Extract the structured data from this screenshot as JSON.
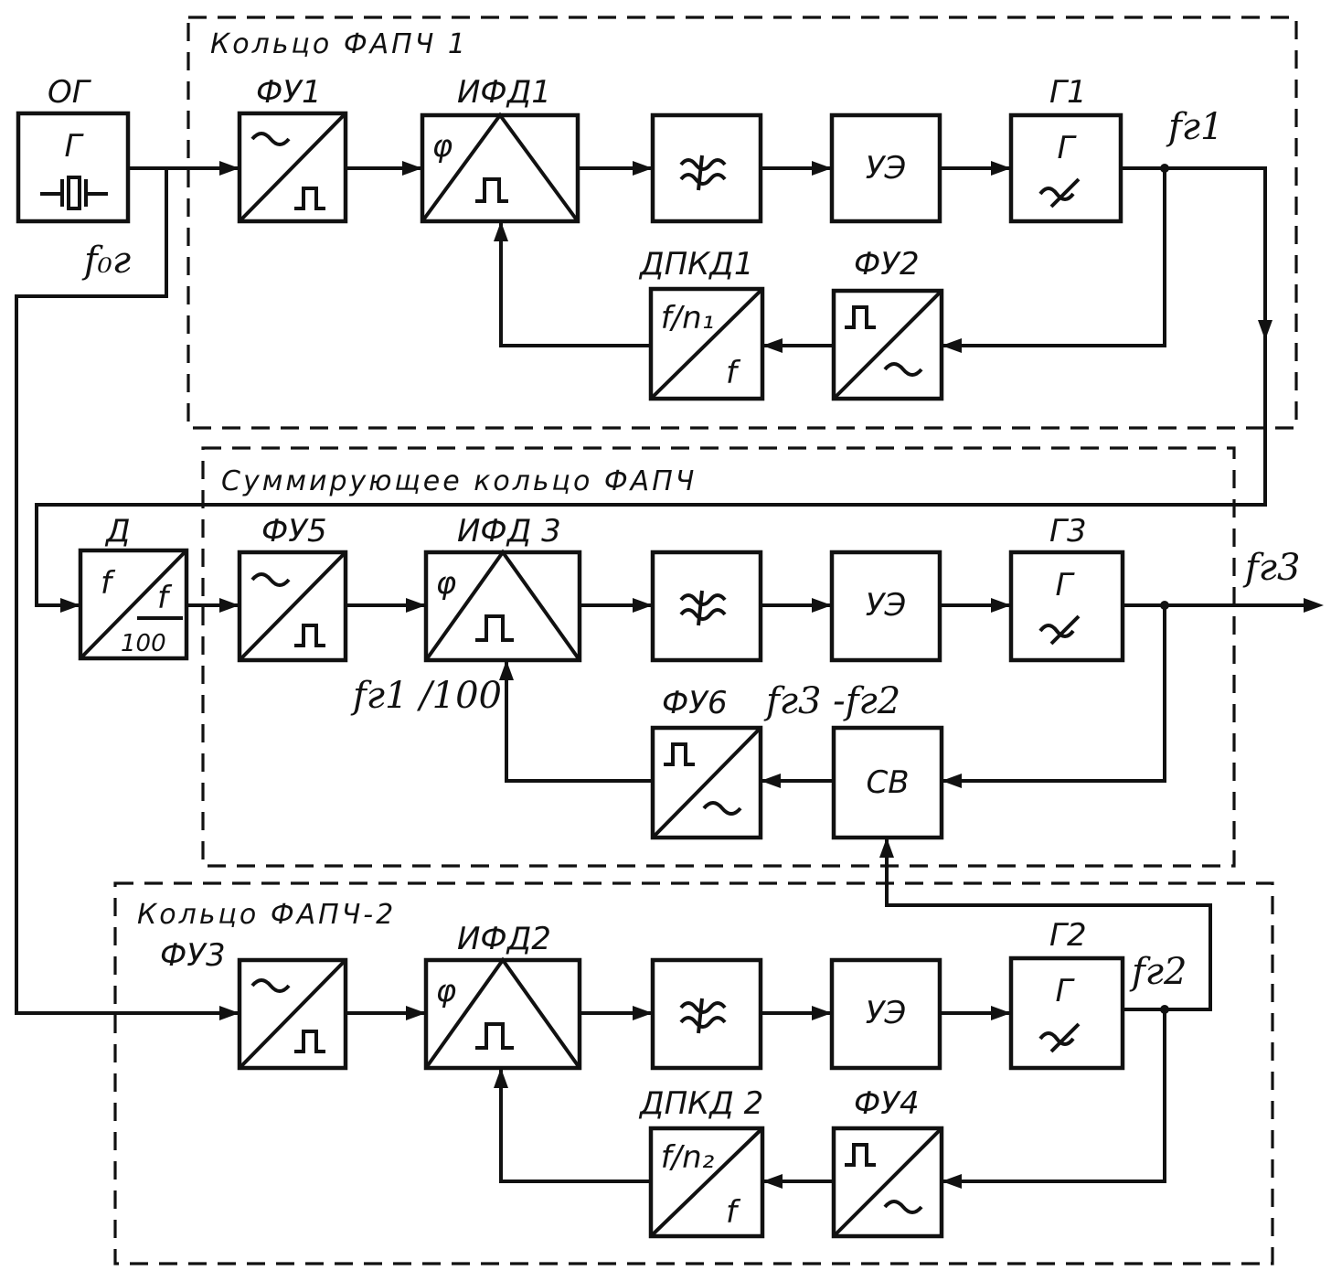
{
  "frames": {
    "ring1_title": "Кольцо  ФАПЧ 1",
    "sum_title": "Суммирующее  кольцо  ФАПЧ",
    "ring2_title": "Кольцо  ФАПЧ-2"
  },
  "labels": {
    "og": "ОГ",
    "fu1": "ФУ1",
    "ifd1": "ИФД1",
    "g1": "Г1",
    "dpkd1": "ДПКД1",
    "fu2": "ФУ2",
    "d": "Д",
    "fu5": "ФУ5",
    "ifd3": "ИФД 3",
    "g3": "Г3",
    "fu6": "ФУ6",
    "fu3": "ФУ3",
    "ifd2": "ИФД2",
    "g2": "Г2",
    "dpkd2": "ДПКД 2",
    "fu4": "ФУ4"
  },
  "signals": {
    "f_og": "f₀г",
    "f_g1": "fг1",
    "f_g3": "fг3",
    "f_g2": "fг2",
    "f_g1_div": "fг1 /100",
    "f_diff": "fг3 -fг2"
  },
  "inside": {
    "g": "Г",
    "phi": "φ",
    "ue": "УЭ",
    "sv": "СВ",
    "f": "f",
    "f_n1": "f/n₁",
    "f_n2": "f/n₂",
    "f_100": "100"
  }
}
